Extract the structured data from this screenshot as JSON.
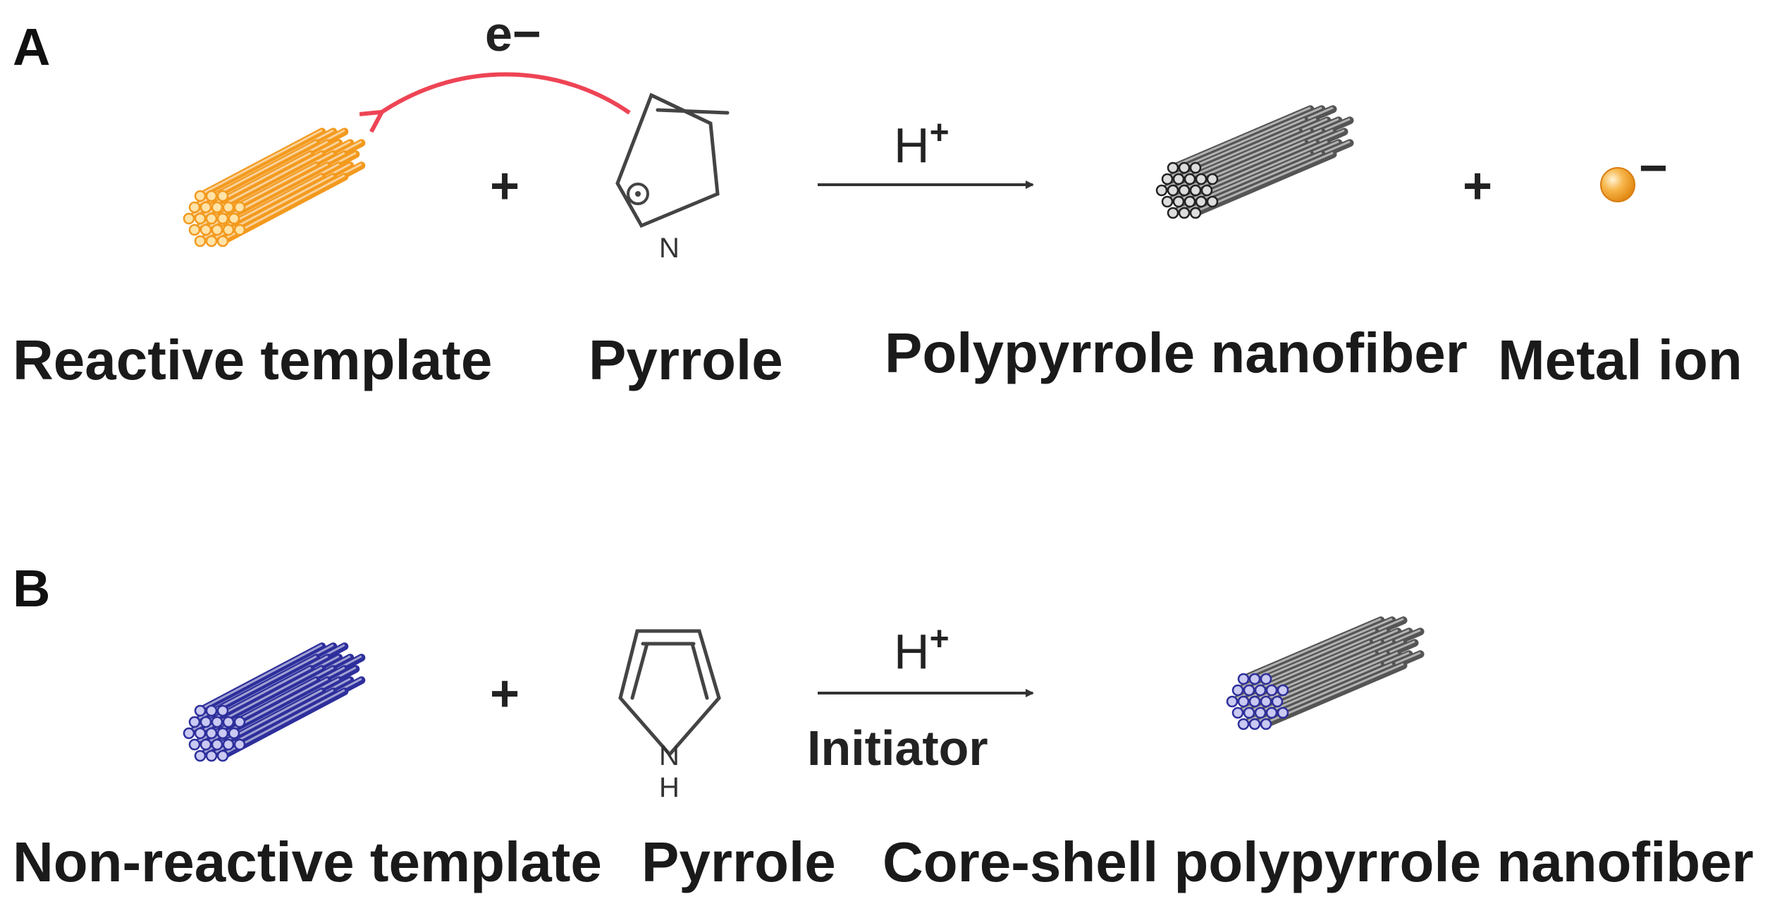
{
  "panel_a": {
    "letter": "A",
    "electron": "e−",
    "plus_1": "+",
    "plus_2": "+",
    "arrow_condition": "H+",
    "pyrrole_atom": "N",
    "ion_charge": "−",
    "labels": {
      "reactant_1": "Reactive template",
      "reactant_2": "Pyrrole",
      "product_1": "Polypyrrole nanofiber",
      "product_2": "Metal ion"
    }
  },
  "panel_b": {
    "letter": "B",
    "plus": "+",
    "arrow_condition_top": "H+",
    "arrow_condition_bottom": "Initiator",
    "pyrrole_atom": "N",
    "pyrrole_h": "H",
    "labels": {
      "reactant_1": "Non-reactive template",
      "reactant_2": "Pyrrole",
      "product": "Core-shell polypyrrole nanofiber"
    }
  },
  "colors": {
    "reactive_template": "#f39a1e",
    "non_reactive_template": "#2e2f9c",
    "polypyrrole": "#555555",
    "electron_arrow": "#ee4455",
    "metal_ion": "#f39a1e"
  }
}
